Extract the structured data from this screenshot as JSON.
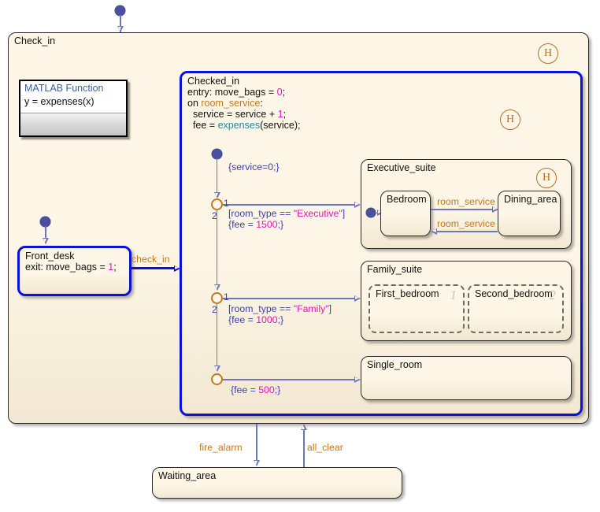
{
  "diagram": {
    "type": "stateflow-chart",
    "colors": {
      "state_fill_top": "#fdf6e6",
      "state_fill_bottom": "#f2e8d2",
      "state_border": "#2b2b2b",
      "active_border": "#0a12d8",
      "transition_line": "#6f76b8",
      "event_text": "#c07a20",
      "condition_text": "#3a3fa8",
      "literal_text": "#e018b8",
      "history_marker": "#b8702a",
      "function_text": "#1e8a9a",
      "parallel_border": "#6c6c64",
      "canvas": "#ffffff"
    }
  },
  "top_entry": {
    "name": "default-transition"
  },
  "check_in": {
    "label": "Check_in",
    "history": "H"
  },
  "matlab_function": {
    "title": "MATLAB Function",
    "signature": "y = expenses(x)"
  },
  "front_desk": {
    "label": "Front_desk",
    "action_prefix": "exit: move_bags = ",
    "action_value": "1",
    "action_suffix": ";",
    "active": true
  },
  "check_in_transition": {
    "label": "check_in"
  },
  "checked_in": {
    "label": "Checked_in",
    "history": "H",
    "active": true,
    "entry_line_prefix": "entry: move_bags = ",
    "entry_line_value": "0",
    "entry_line_suffix": ";",
    "on_keyword": "on ",
    "on_event": "room_service",
    "on_colon": ":",
    "body_line1": "  service = service + ",
    "body_line1_value": "1",
    "body_line1_suffix": ";",
    "body_line2_prefix": "  fee = ",
    "body_line2_fcn": "expenses",
    "body_line2_suffix": "(service);"
  },
  "inner_default": {
    "action": "{service=0;}"
  },
  "junctions": [
    {
      "name": "junction-executive",
      "out1": "1",
      "out2": "2",
      "condition_open": "[room_type == ",
      "condition_value": "\"Executive\"",
      "condition_close": "]",
      "action_open": "{fee = ",
      "action_value": "1500",
      "action_close": ";}"
    },
    {
      "name": "junction-family",
      "out1": "1",
      "out2": "2",
      "condition_open": "[room_type == ",
      "condition_value": "\"Family\"",
      "condition_close": "]",
      "action_open": "{fee = ",
      "action_value": "1000",
      "action_close": ";}"
    },
    {
      "name": "junction-single",
      "action_open": "{fee = ",
      "action_value": "500",
      "action_close": ";}"
    }
  ],
  "executive_suite": {
    "label": "Executive_suite",
    "history": "H",
    "bedroom": "Bedroom",
    "dining_area": "Dining_area",
    "event_forward": "room_service",
    "event_back": "room_service"
  },
  "family_suite": {
    "label": "Family_suite",
    "first_bedroom": "First_bedroom",
    "first_bedroom_num": "1",
    "second_bedroom": "Second_bedroom",
    "second_bedroom_num": "2"
  },
  "single_room": {
    "label": "Single_room"
  },
  "waiting_area": {
    "label": "Waiting_area",
    "in_event": "fire_alarm",
    "out_event": "all_clear"
  }
}
